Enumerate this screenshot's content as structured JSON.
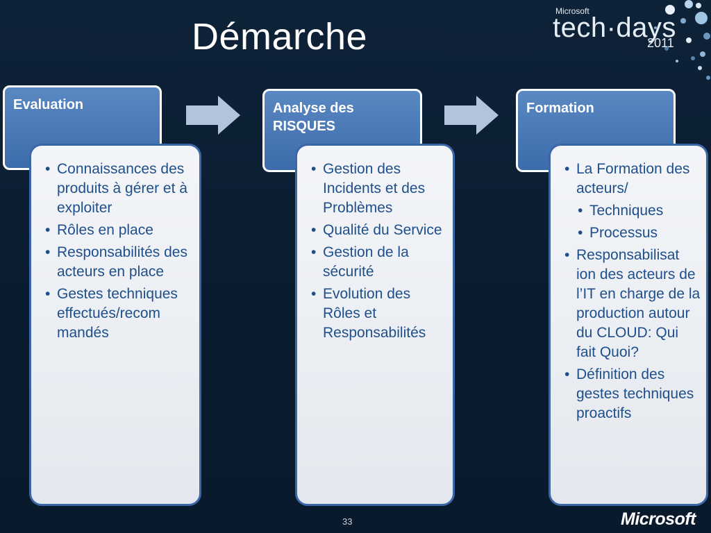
{
  "title": "Démarche",
  "brand": {
    "company": "Microsoft",
    "event": "tech·days",
    "year": "2011"
  },
  "columns": [
    {
      "header": "Evaluation",
      "items": [
        {
          "text": "Connaissances des produits à gérer et  à exploiter",
          "level": 0
        },
        {
          "text": "Rôles en place",
          "level": 0
        },
        {
          "text": "Responsabilités des acteurs en place",
          "level": 0
        },
        {
          "text": "Gestes techniques effectués/recom mandés",
          "level": 0
        }
      ]
    },
    {
      "header": "Analyse des RISQUES",
      "items": [
        {
          "text": "Gestion des Incidents et des Problèmes",
          "level": 0
        },
        {
          "text": "Qualité du Service",
          "level": 0
        },
        {
          "text": "Gestion de la sécurité",
          "level": 0
        },
        {
          "text": "Evolution des Rôles et Responsabilités",
          "level": 0
        }
      ]
    },
    {
      "header": "Formation",
      "items": [
        {
          "text": "La Formation des acteurs/",
          "level": 0
        },
        {
          "text": "Techniques",
          "level": 1
        },
        {
          "text": "Processus",
          "level": 1
        },
        {
          "text": "Responsabilisat ion des acteurs de l’IT en charge de la production autour du CLOUD: Qui fait Quoi?",
          "level": 0
        },
        {
          "text": "Définition des gestes techniques proactifs",
          "level": 0
        }
      ]
    }
  ],
  "footer": {
    "page_number": "33",
    "logo": "Microsoft"
  },
  "colors": {
    "background": "#0c1f33",
    "header_fill": "#4a79b8",
    "content_fill": "#eceff3",
    "content_border": "#3b67a7",
    "text_blue": "#1f4f8a",
    "arrow_fill": "#b4c3dc"
  },
  "icons": {
    "arrow": "right-arrow-icon",
    "dots": "decorative-dots-icon"
  }
}
